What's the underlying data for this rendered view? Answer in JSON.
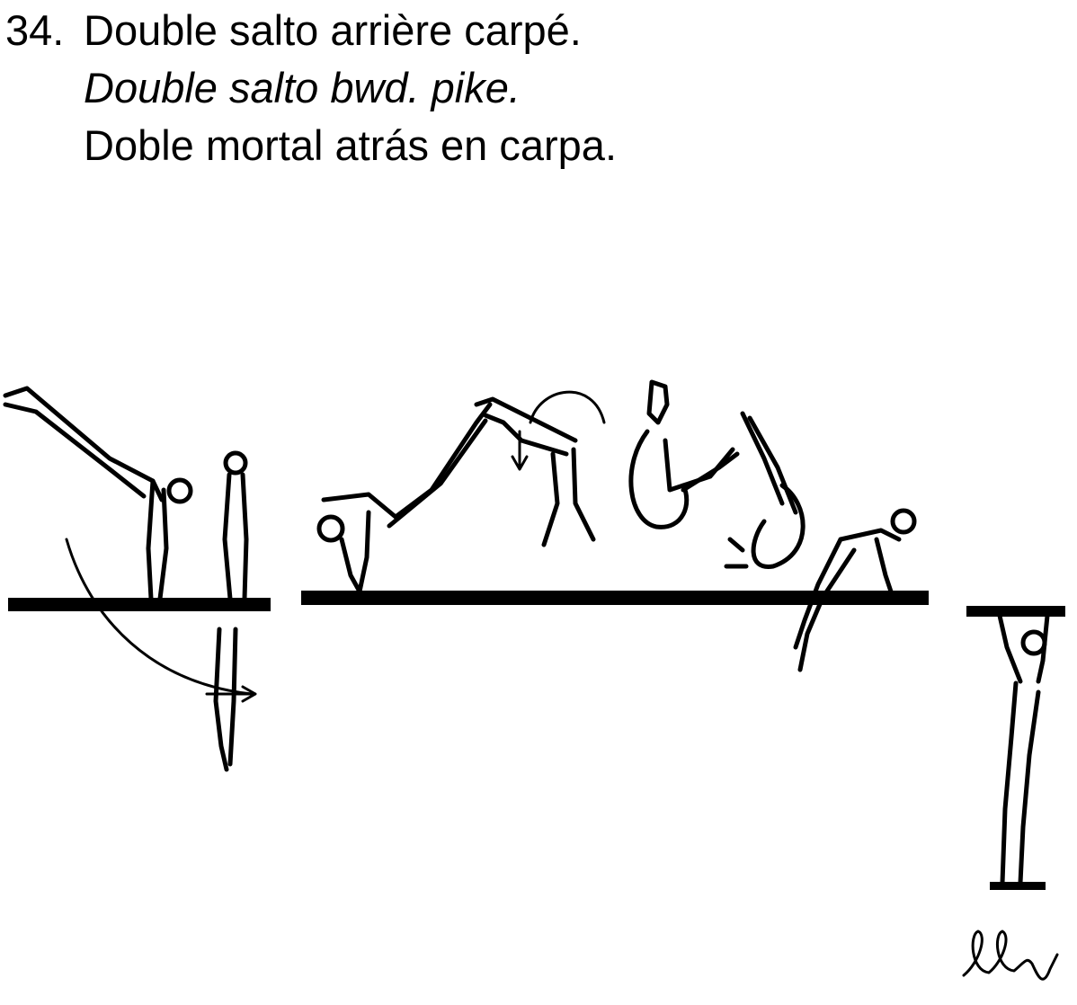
{
  "element": {
    "number": "34.",
    "name_fr": "Double salto arrière carpé.",
    "name_en": "Double salto bwd. pike.",
    "name_es": "Doble mortal atrás en carpa."
  },
  "signature": "llv"
}
